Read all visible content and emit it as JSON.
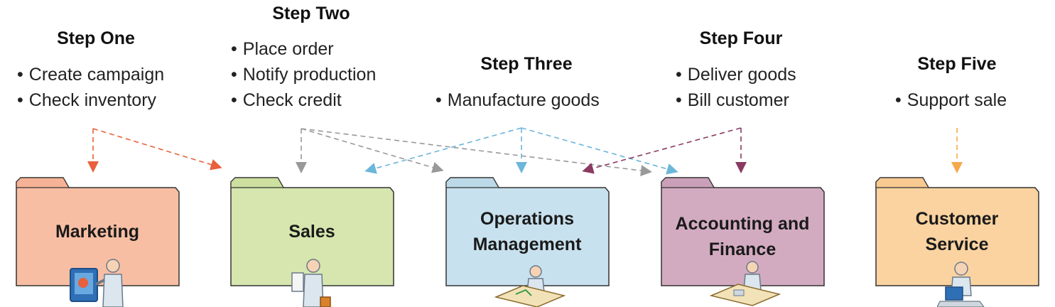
{
  "steps": [
    {
      "title": "Step One",
      "items": [
        "Create campaign",
        "Check inventory"
      ]
    },
    {
      "title": "Step Two",
      "items": [
        "Place order",
        "Notify production",
        "Check credit"
      ]
    },
    {
      "title": "Step Three",
      "items": [
        "Manufacture goods"
      ]
    },
    {
      "title": "Step Four",
      "items": [
        "Deliver goods",
        "Bill customer"
      ]
    },
    {
      "title": "Step Five",
      "items": [
        "Support sale"
      ]
    }
  ],
  "departments": [
    {
      "name_lines": [
        "Marketing"
      ],
      "color": "#f8bea3",
      "tab_color": "#f6b296"
    },
    {
      "name_lines": [
        "Sales"
      ],
      "color": "#d6e6ae",
      "tab_color": "#cde0a0"
    },
    {
      "name_lines": [
        "Operations",
        "Management"
      ],
      "color": "#c8e1ee",
      "tab_color": "#bcd9e8"
    },
    {
      "name_lines": [
        "Accounting and",
        "Finance"
      ],
      "color": "#d3abc1",
      "tab_color": "#caa0b8"
    },
    {
      "name_lines": [
        "Customer",
        "Service"
      ],
      "color": "#fad3a1",
      "tab_color": "#f8c990"
    }
  ],
  "arrow_colors": {
    "step_one": "#e8603c",
    "step_two": "#999999",
    "step_three": "#6cb6d9",
    "step_four": "#8b3a62",
    "step_five": "#f5a94b"
  }
}
